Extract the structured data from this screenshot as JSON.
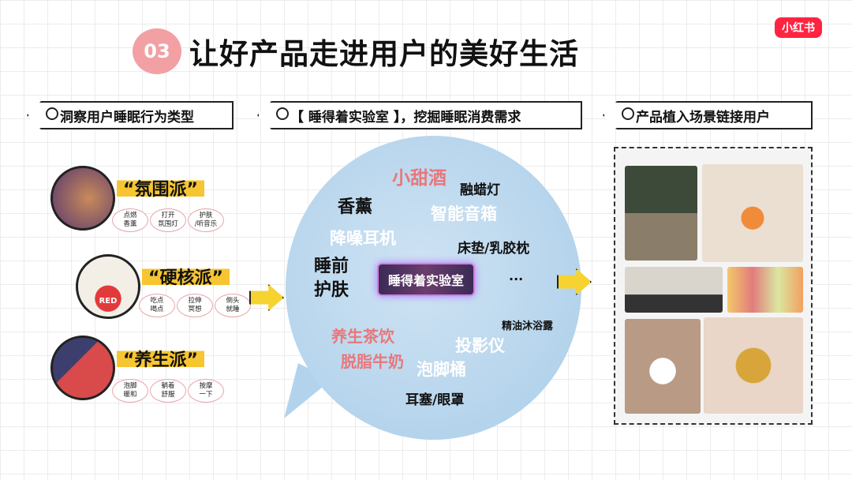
{
  "header": {
    "number": "03",
    "title": "让好产品走进用户的美好生活",
    "logo": "小红书"
  },
  "sections": [
    {
      "title": "洞察用户睡眠行为类型"
    },
    {
      "title": "【 睡得着实验室 】，挖掘睡眠消费需求"
    },
    {
      "title": "产品植入场景链接用户"
    }
  ],
  "personas": [
    {
      "name": "“氛围派”",
      "behaviors": [
        "点燃\n香薰",
        "打开\n氛围灯",
        "护肤\n/听音乐"
      ]
    },
    {
      "name": "“硬核派”",
      "behaviors": [
        "吃点\n喝点",
        "拉伸\n冥想",
        "倒头\n就睡"
      ]
    },
    {
      "name": "“养生派”",
      "behaviors": [
        "泡脚\n暖和",
        "躺着\n舒服",
        "按摩\n一下"
      ]
    }
  ],
  "avatar_text": "RED",
  "lab": {
    "label": "睡得着实验室"
  },
  "words": [
    "小甜酒",
    "融蜡灯",
    "香薰",
    "智能音箱",
    "降噪耳机",
    "床垫/乳胶枕",
    "睡前\n护肤",
    "...",
    "精油沐浴露",
    "养生茶饮",
    "投影仪",
    "脱脂牛奶",
    "泡脚桶",
    "耳塞/眼罩"
  ],
  "colors": {
    "pink": "#f2a0a4",
    "brand": "#ff2442",
    "yellow": "#f6c531",
    "bubble": "#b8d8ee",
    "salmon": "#e8777b"
  }
}
